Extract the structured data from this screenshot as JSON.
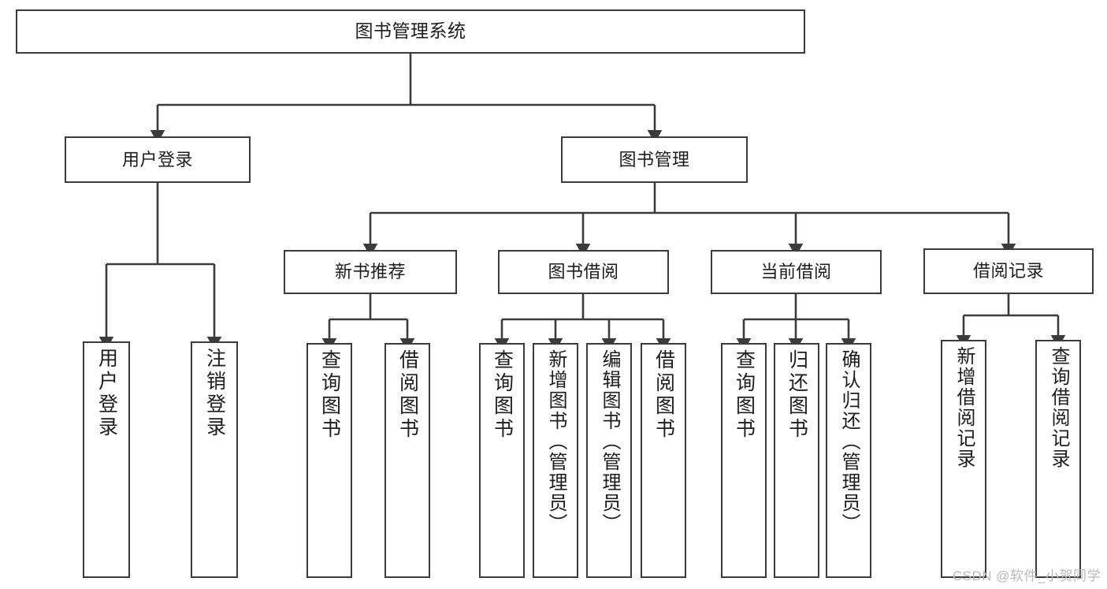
{
  "diagram": {
    "title": "图书管理系统",
    "watermark": "CSDN @软件_小贺同学",
    "stroke_color": "#3b3b3b",
    "text_color": "#1d1d1d",
    "background_color": "#ffffff",
    "watermark_color": "#b9b9b9"
  },
  "chart_data": {
    "type": "tree-diagram",
    "title": "图书管理系统",
    "orientation": "top-down",
    "levels": 4,
    "nodes": [
      {
        "id": "root",
        "label": "图书管理系统",
        "level": 0,
        "parent": null,
        "orientation": "horizontal"
      },
      {
        "id": "login",
        "label": "用户登录",
        "level": 1,
        "parent": "root",
        "orientation": "horizontal"
      },
      {
        "id": "bookmgmt",
        "label": "图书管理",
        "level": 1,
        "parent": "root",
        "orientation": "horizontal"
      },
      {
        "id": "login-1",
        "label": "用户登录",
        "level": 2,
        "parent": "login",
        "orientation": "vertical"
      },
      {
        "id": "login-2",
        "label": "注销登录",
        "level": 2,
        "parent": "login",
        "orientation": "vertical"
      },
      {
        "id": "newbook",
        "label": "新书推荐",
        "level": 2,
        "parent": "bookmgmt",
        "orientation": "horizontal"
      },
      {
        "id": "borrow",
        "label": "图书借阅",
        "level": 2,
        "parent": "bookmgmt",
        "orientation": "horizontal"
      },
      {
        "id": "current",
        "label": "当前借阅",
        "level": 2,
        "parent": "bookmgmt",
        "orientation": "horizontal"
      },
      {
        "id": "record",
        "label": "借阅记录",
        "level": 2,
        "parent": "bookmgmt",
        "orientation": "horizontal"
      },
      {
        "id": "newbook-1",
        "label": "查询图书",
        "level": 3,
        "parent": "newbook",
        "orientation": "vertical"
      },
      {
        "id": "newbook-2",
        "label": "借阅图书",
        "level": 3,
        "parent": "newbook",
        "orientation": "vertical"
      },
      {
        "id": "borrow-1",
        "label": "查询图书",
        "level": 3,
        "parent": "borrow",
        "orientation": "vertical"
      },
      {
        "id": "borrow-2",
        "label": "新增图书（管理员）",
        "level": 3,
        "parent": "borrow",
        "orientation": "vertical"
      },
      {
        "id": "borrow-3",
        "label": "编辑图书（管理员）",
        "level": 3,
        "parent": "borrow",
        "orientation": "vertical"
      },
      {
        "id": "borrow-4",
        "label": "借阅图书",
        "level": 3,
        "parent": "borrow",
        "orientation": "vertical"
      },
      {
        "id": "current-1",
        "label": "查询图书",
        "level": 3,
        "parent": "current",
        "orientation": "vertical"
      },
      {
        "id": "current-2",
        "label": "归还图书",
        "level": 3,
        "parent": "current",
        "orientation": "vertical"
      },
      {
        "id": "current-3",
        "label": "确认归还（管理员）",
        "level": 3,
        "parent": "current",
        "orientation": "vertical"
      },
      {
        "id": "record-1",
        "label": "新增借阅记录",
        "level": 3,
        "parent": "record",
        "orientation": "vertical"
      },
      {
        "id": "record-2",
        "label": "查询借阅记录",
        "level": 3,
        "parent": "record",
        "orientation": "vertical"
      }
    ],
    "edges": [
      {
        "from": "root",
        "to": "login"
      },
      {
        "from": "root",
        "to": "bookmgmt"
      },
      {
        "from": "login",
        "to": "login-1"
      },
      {
        "from": "login",
        "to": "login-2"
      },
      {
        "from": "bookmgmt",
        "to": "newbook"
      },
      {
        "from": "bookmgmt",
        "to": "borrow"
      },
      {
        "from": "bookmgmt",
        "to": "current"
      },
      {
        "from": "bookmgmt",
        "to": "record"
      },
      {
        "from": "newbook",
        "to": "newbook-1"
      },
      {
        "from": "newbook",
        "to": "newbook-2"
      },
      {
        "from": "borrow",
        "to": "borrow-1"
      },
      {
        "from": "borrow",
        "to": "borrow-2"
      },
      {
        "from": "borrow",
        "to": "borrow-3"
      },
      {
        "from": "borrow",
        "to": "borrow-4"
      },
      {
        "from": "current",
        "to": "current-1"
      },
      {
        "from": "current",
        "to": "current-2"
      },
      {
        "from": "current",
        "to": "current-3"
      },
      {
        "from": "record",
        "to": "record-1"
      },
      {
        "from": "record",
        "to": "record-2"
      }
    ]
  },
  "nodes": {
    "root": {
      "label": "图书管理系统"
    },
    "login": {
      "label": "用户登录"
    },
    "bookmgmt": {
      "label": "图书管理"
    },
    "login_1": {
      "label": "用户登录"
    },
    "login_2": {
      "label": "注销登录"
    },
    "newbook": {
      "label": "新书推荐"
    },
    "borrow": {
      "label": "图书借阅"
    },
    "current": {
      "label": "当前借阅"
    },
    "record": {
      "label": "借阅记录"
    },
    "newbook_1": {
      "label": "查询图书"
    },
    "newbook_2": {
      "label": "借阅图书"
    },
    "borrow_1": {
      "label": "查询图书"
    },
    "borrow_2": {
      "label": "新增图书（管理员）"
    },
    "borrow_3": {
      "label": "编辑图书（管理员）"
    },
    "borrow_4": {
      "label": "借阅图书"
    },
    "current_1": {
      "label": "查询图书"
    },
    "current_2": {
      "label": "归还图书"
    },
    "current_3": {
      "label": "确认归还（管理员）"
    },
    "record_1": {
      "label": "新增借阅记录"
    },
    "record_2": {
      "label": "查询借阅记录"
    }
  }
}
